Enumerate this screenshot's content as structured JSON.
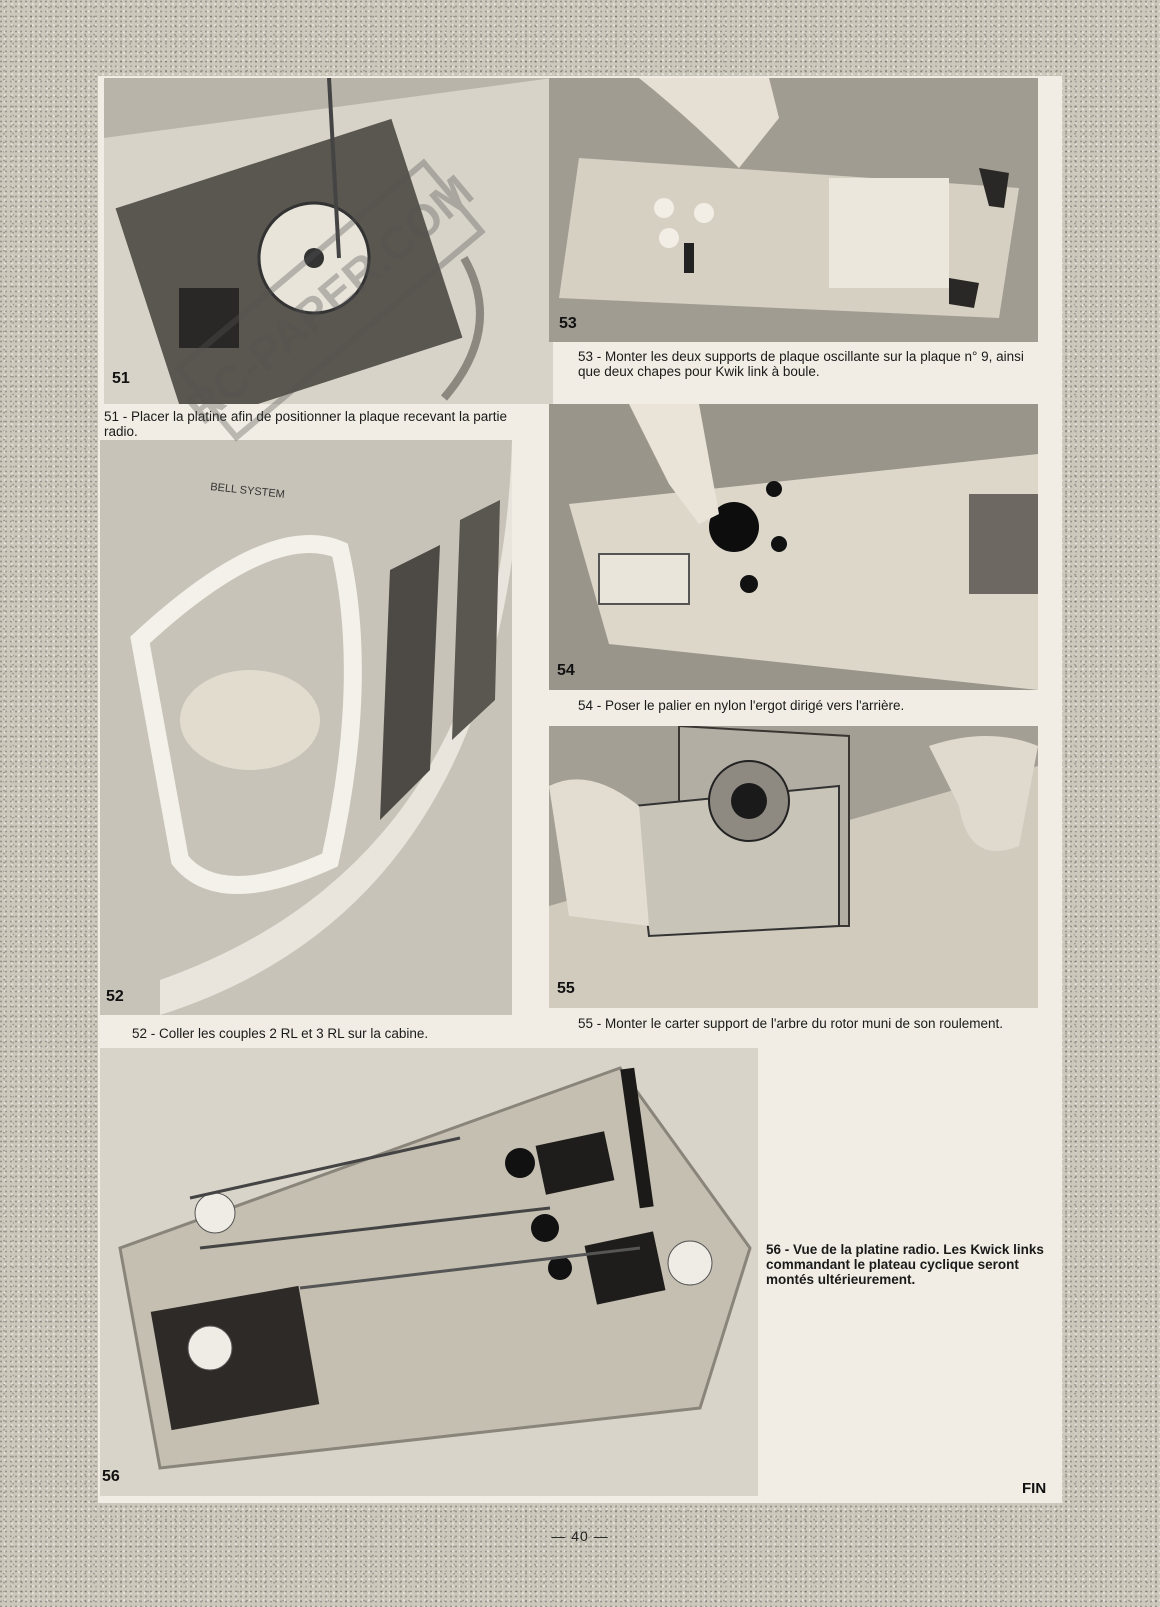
{
  "figures": [
    {
      "id": "51",
      "number": "51",
      "caption": "51 - Placer la platine afin de positionner la plaque recevant la partie radio."
    },
    {
      "id": "52",
      "number": "52",
      "caption": "52 - Coller les couples 2 RL et 3 RL sur la cabine."
    },
    {
      "id": "53",
      "number": "53",
      "caption": "53 - Monter les deux supports de plaque oscillante sur la plaque n° 9, ainsi que deux chapes pour Kwik link à boule."
    },
    {
      "id": "54",
      "number": "54",
      "caption": "54 - Poser le palier en nylon l'ergot dirigé vers l'arrière."
    },
    {
      "id": "55",
      "number": "55",
      "caption": "55 - Monter le carter support de l'arbre du rotor muni de son roulement."
    },
    {
      "id": "56",
      "number": "56",
      "caption": "56 - Vue de la platine radio. Les Kwick links commandant le plateau cyclique seront montés ultérieurement."
    }
  ],
  "photo_text": {
    "bell_system": "BELL SYSTEM"
  },
  "watermark": "RC-PAPER.COM",
  "fin": "FIN",
  "page_number": "— 40 —"
}
